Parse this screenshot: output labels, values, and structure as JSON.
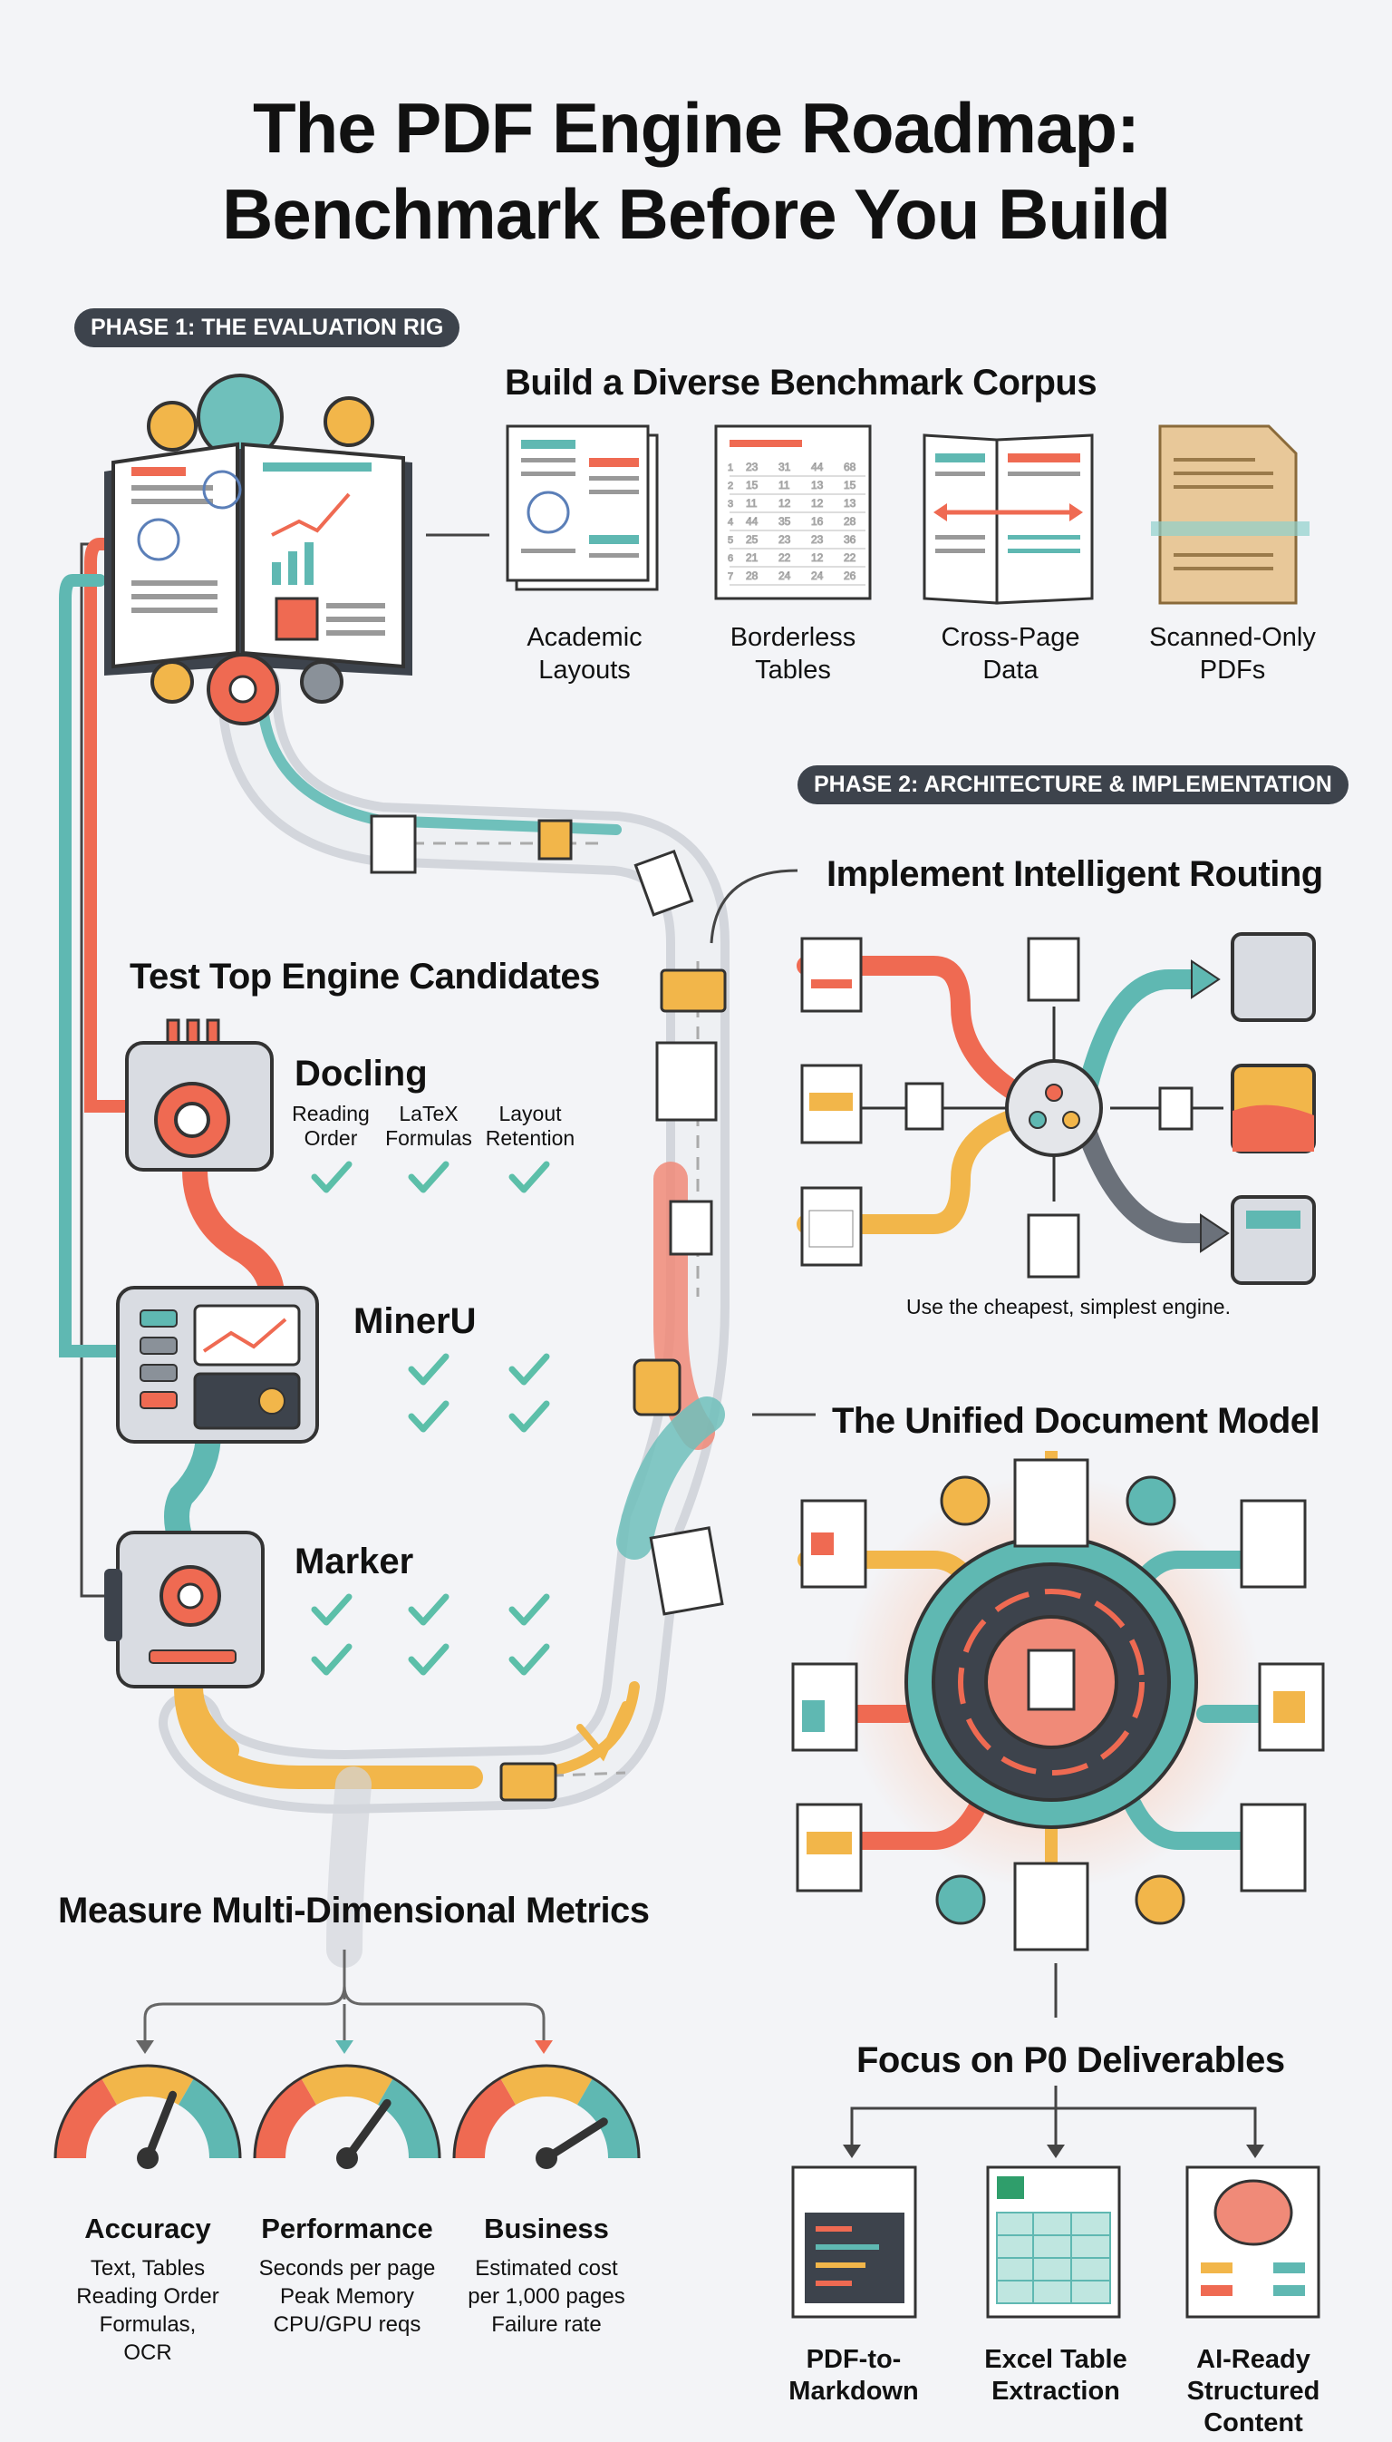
{
  "title": {
    "line1": "The PDF Engine Roadmap:",
    "line2": "Benchmark Before You Build"
  },
  "phase1": {
    "label": "PHASE 1: THE EVALUATION RIG",
    "corpus": {
      "heading": "Build a Diverse Benchmark Corpus",
      "items": [
        {
          "label": "Academic\nLayouts",
          "icon": "academic-doc-icon"
        },
        {
          "label": "Borderless\nTables",
          "icon": "table-doc-icon"
        },
        {
          "label": "Cross-Page\nData",
          "icon": "open-book-icon"
        },
        {
          "label": "Scanned-Only\nPDFs",
          "icon": "scanned-paper-icon"
        }
      ],
      "borderless_table": [
        [
          "23",
          "31",
          "44",
          "68"
        ],
        [
          "15",
          "11",
          "13",
          "15"
        ],
        [
          "11",
          "12",
          "12",
          "13"
        ],
        [
          "44",
          "35",
          "16",
          "28"
        ],
        [
          "25",
          "23",
          "23",
          "36"
        ],
        [
          "21",
          "22",
          "12",
          "22"
        ],
        [
          "28",
          "24",
          "24",
          "26"
        ]
      ]
    },
    "engines": {
      "heading": "Test Top Engine Candidates",
      "criteria": [
        "Reading\nOrder",
        "LaTeX\nFormulas",
        "Layout\nRetention"
      ],
      "list": [
        {
          "name": "Docling",
          "checks": [
            1,
            1,
            1
          ]
        },
        {
          "name": "MinerU",
          "checks": [
            0,
            1,
            1
          ]
        },
        {
          "name": "Marker",
          "checks": [
            1,
            1,
            1
          ]
        }
      ]
    },
    "metrics": {
      "heading": "Measure Multi-Dimensional Metrics",
      "gauges": [
        {
          "title": "Accuracy",
          "desc": "Text, Tables\nReading Order\nFormulas,\nOCR",
          "needle_fraction": 0.62
        },
        {
          "title": "Performance",
          "desc": "Seconds per page\nPeak Memory\nCPU/GPU reqs",
          "needle_fraction": 0.7
        },
        {
          "title": "Business",
          "desc": "Estimated cost\nper 1,000 pages\nFailure rate",
          "needle_fraction": 0.82
        }
      ]
    }
  },
  "phase2": {
    "label": "PHASE 2: ARCHITECTURE & IMPLEMENTATION",
    "routing": {
      "heading": "Implement Intelligent Routing",
      "note": "Use the cheapest, simplest engine."
    },
    "unified": {
      "heading": "The Unified Document Model"
    },
    "deliverables": {
      "heading": "Focus on P0 Deliverables",
      "items": [
        {
          "label": "PDF-to-\nMarkdown",
          "icon": "code-doc-icon"
        },
        {
          "label": "Excel Table\nExtraction",
          "icon": "spreadsheet-icon"
        },
        {
          "label": "AI-Ready\nStructured\nContent",
          "icon": "brain-icon"
        }
      ]
    }
  },
  "colors": {
    "coral": "#ef6a52",
    "teal": "#5fb8b2",
    "yellow": "#f2b64a",
    "dark": "#3d434c",
    "check": "#5cbfa9"
  }
}
